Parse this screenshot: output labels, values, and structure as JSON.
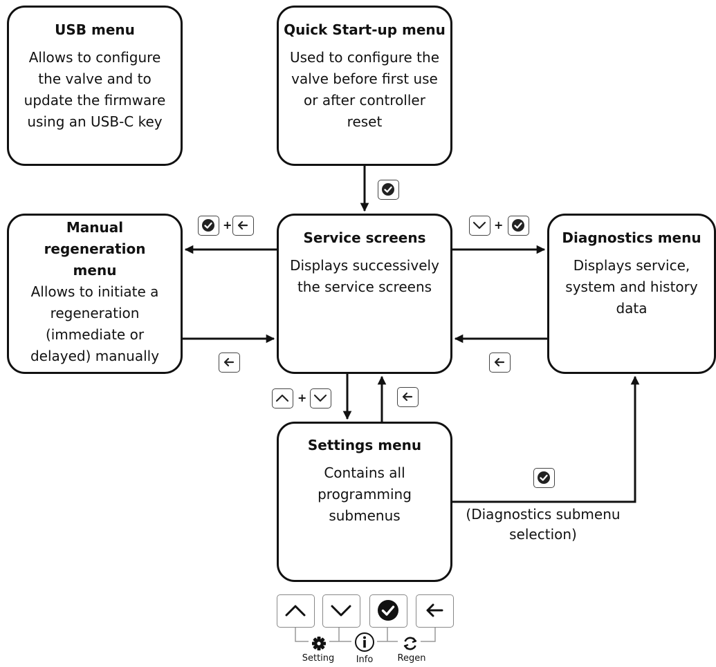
{
  "boxes": {
    "usb": {
      "title": "USB menu",
      "desc": [
        "Allows to configure",
        "the valve and to",
        "update the firmware",
        "using an USB-C key"
      ]
    },
    "quick": {
      "title": "Quick Start-up menu",
      "desc": [
        "Used to configure the",
        "valve before first use",
        "or after controller",
        "reset"
      ]
    },
    "manual": {
      "title": [
        "Manual regeneration",
        "menu"
      ],
      "desc": [
        "Allows to initiate a",
        "regeneration",
        "(immediate or",
        "delayed) manually"
      ]
    },
    "service": {
      "title": "Service screens",
      "desc": [
        "Displays successively",
        "the service screens"
      ]
    },
    "diag": {
      "title": "Diagnostics menu",
      "desc": [
        "Displays service,",
        "system and history",
        "data"
      ]
    },
    "settings": {
      "title": "Settings menu",
      "desc": [
        "Contains all",
        "programming",
        "submenus"
      ]
    }
  },
  "plus_sign": "+",
  "diag_note": [
    "(Diagnostics submenu",
    "selection)"
  ],
  "keypad": {
    "buttons": [
      "up-arrow-icon",
      "down-arrow-icon",
      "check-circle-icon",
      "back-arrow-icon"
    ],
    "functions": [
      "Setting",
      "Info",
      "Regen"
    ],
    "function_icons": [
      "gear-icon",
      "info-icon",
      "refresh-icon"
    ]
  },
  "colors": {
    "line": "#111111",
    "key_border": "#444444",
    "key_fill": "#222222"
  }
}
